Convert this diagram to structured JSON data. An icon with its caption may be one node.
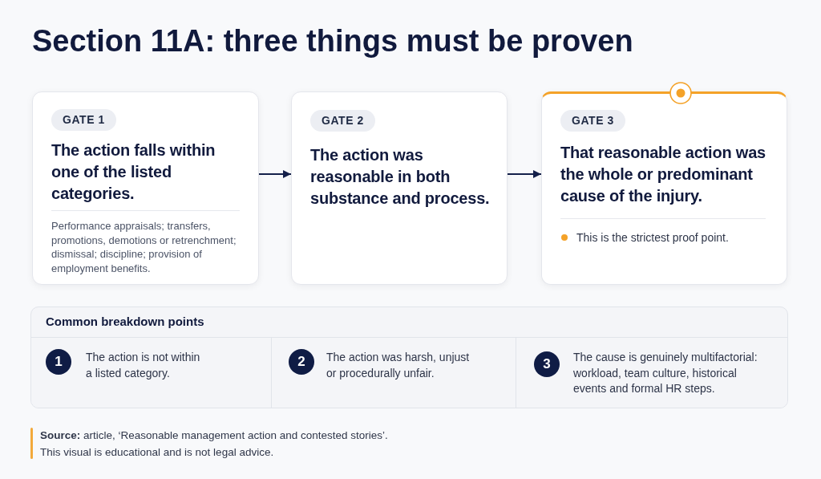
{
  "diagram": {
    "title": "Section 11A: three things must be proven",
    "nodes": [
      {
        "text": [
          "GATE 1",
          "The action falls within one of the listed categories.",
          "Performance appraisals; transfers, promotions, demotions or retrenchment; dismissal; discipline; provision of employment benefits."
        ]
      },
      {
        "text": [
          "GATE 2",
          "The action was reasonable in both substance and process."
        ]
      },
      {
        "text": [
          "GATE 3",
          "That reasonable action was the whole or predominant cause of the injury.",
          "This is the strictest proof point."
        ]
      },
      {
        "text": [
          "Common breakdown points"
        ]
      },
      {
        "text": [
          "1",
          "The action is not within a listed category."
        ],
        "in": 3
      },
      {
        "text": [
          "2",
          "The action was harsh, unjust or procedurally unfair."
        ],
        "in": 3
      },
      {
        "text": [
          "3",
          "The cause is genuinely multifactorial: workload, team culture, historical events and formal HR steps."
        ],
        "in": 3
      }
    ],
    "edges": [
      {
        "from": 0,
        "to": 1,
        "arrow": "to"
      },
      {
        "from": 1,
        "to": 2,
        "arrow": "to"
      }
    ],
    "labels": [
      "**Source:** article, ‘Reasonable management action and contested stories’.",
      "This visual is educational and is not legal advice."
    ]
  }
}
